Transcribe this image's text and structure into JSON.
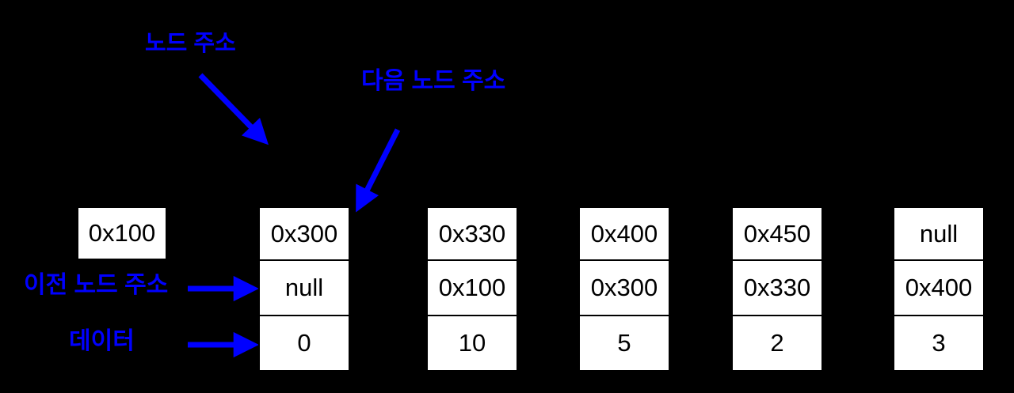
{
  "colors": {
    "background": "#000000",
    "accent": "#0000ff",
    "box_fill": "#ffffff",
    "box_border": "#000000",
    "box_text": "#000000"
  },
  "labels": {
    "node_address": "노드 주소",
    "next_node_address": "다음 노드 주소",
    "prev_node_address": "이전 노드 주소",
    "data": "데이터"
  },
  "head_address": "0x100",
  "nodes": [
    {
      "next": "0x300",
      "prev": "null",
      "data": "0"
    },
    {
      "next": "0x330",
      "prev": "0x100",
      "data": "10"
    },
    {
      "next": "0x400",
      "prev": "0x300",
      "data": "5"
    },
    {
      "next": "0x450",
      "prev": "0x330",
      "data": "2"
    },
    {
      "next": "null",
      "prev": "0x400",
      "data": "3"
    }
  ]
}
